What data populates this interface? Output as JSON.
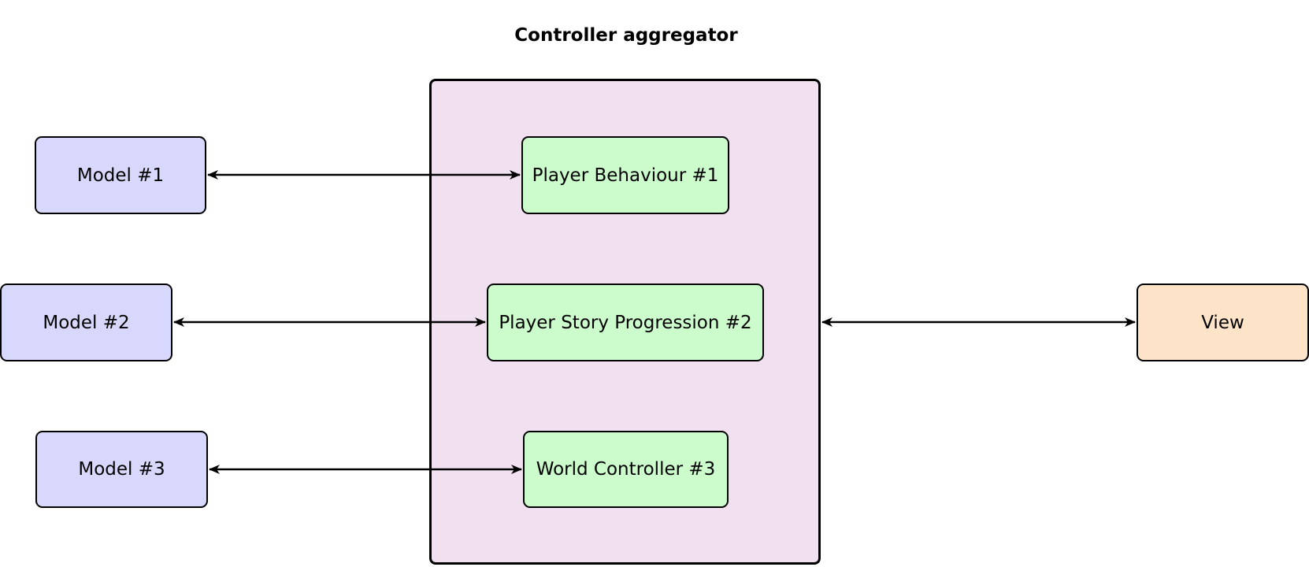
{
  "diagram": {
    "title": "Controller aggregator",
    "models": [
      {
        "label": "Model #1"
      },
      {
        "label": "Model #2"
      },
      {
        "label": "Model #3"
      }
    ],
    "controllers": [
      {
        "label": "Player Behaviour #1"
      },
      {
        "label": "Player Story Progression #2"
      },
      {
        "label": "World Controller #3"
      }
    ],
    "view": {
      "label": "View"
    },
    "edges": [
      {
        "from": "Model #1",
        "to": "Player Behaviour #1",
        "direction": "bidirectional"
      },
      {
        "from": "Model #2",
        "to": "Player Story Progression #2",
        "direction": "bidirectional"
      },
      {
        "from": "Model #3",
        "to": "World Controller #3",
        "direction": "bidirectional"
      },
      {
        "from": "Controller aggregator",
        "to": "View",
        "direction": "bidirectional"
      }
    ]
  },
  "colors": {
    "model_fill": "#d8d8fc",
    "controller_fill": "#ccfccc",
    "view_fill": "#fde3c8",
    "aggregator_fill": "#f0e0f0",
    "stroke": "#000000"
  }
}
